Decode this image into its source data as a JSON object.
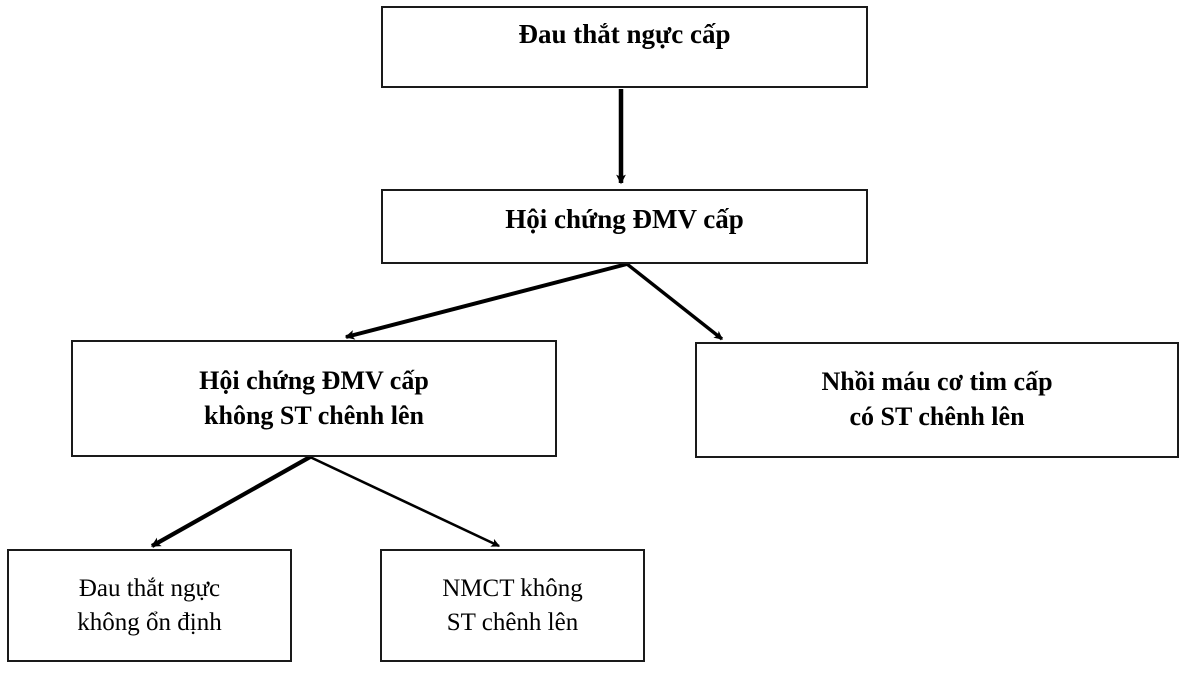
{
  "diagram": {
    "type": "flowchart",
    "title_language": "vi",
    "background_color": "#ffffff",
    "line_color": "#000000",
    "nodes": [
      {
        "id": "acute-chest-pain",
        "lines": [
          "Đau thắt ngực cấp"
        ],
        "bold": true,
        "level": 0
      },
      {
        "id": "acs",
        "lines": [
          "Hội chứng ĐMV cấp"
        ],
        "bold": true,
        "level": 1
      },
      {
        "id": "nstacs",
        "lines": [
          "Hội chứng ĐMV cấp",
          "không ST chênh lên"
        ],
        "bold": true,
        "level": 2
      },
      {
        "id": "stemi",
        "lines": [
          "Nhồi máu cơ tim cấp",
          "có ST chênh lên"
        ],
        "bold": true,
        "level": 2
      },
      {
        "id": "unstable-angina",
        "lines": [
          "Đau thắt ngực",
          "không ổn định"
        ],
        "bold": false,
        "level": 3
      },
      {
        "id": "nstemi",
        "lines": [
          "NMCT không",
          "ST chênh lên"
        ],
        "bold": false,
        "level": 3
      }
    ],
    "edges": [
      {
        "id": "edge-chestpain-to-acs",
        "from": "acute-chest-pain",
        "to": "acs",
        "style": "straight-down"
      },
      {
        "id": "edge-acs-to-nstacs",
        "from": "acs",
        "to": "nstacs",
        "style": "diagonal-left"
      },
      {
        "id": "edge-acs-to-stemi",
        "from": "acs",
        "to": "stemi",
        "style": "diagonal-right"
      },
      {
        "id": "edge-nstacs-to-angina",
        "from": "nstacs",
        "to": "unstable-angina",
        "style": "diagonal-left"
      },
      {
        "id": "edge-nstacs-to-nstemi",
        "from": "nstacs",
        "to": "nstemi",
        "style": "diagonal-right"
      }
    ]
  }
}
